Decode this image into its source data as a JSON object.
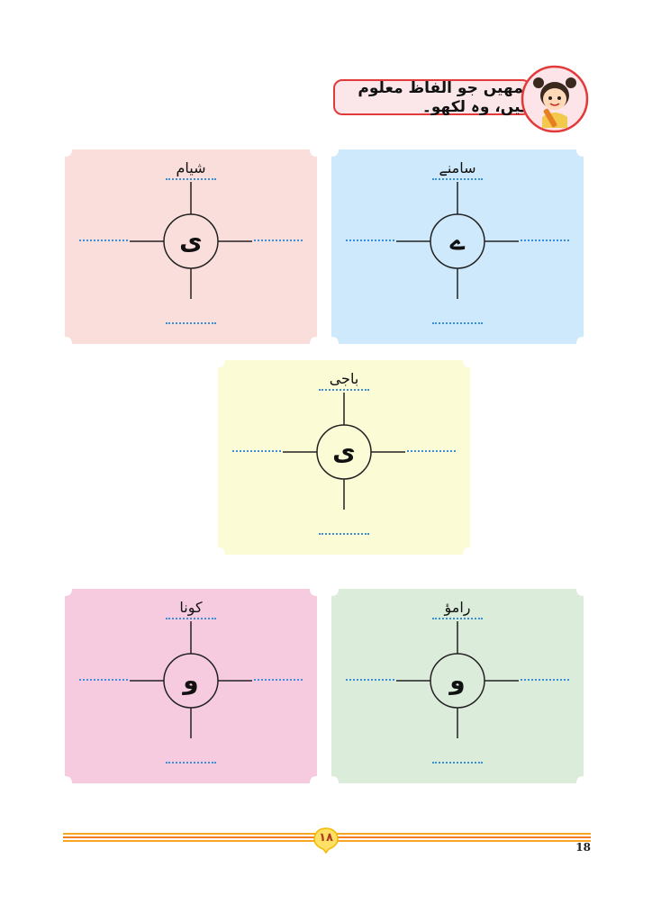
{
  "instruction": {
    "text": "تمھیں جو الفاظ معلوم ہیں، وہ لکھو۔"
  },
  "cards": [
    {
      "id": "top-left",
      "color": "#f9dedb",
      "word": "شیام",
      "letter": "ی"
    },
    {
      "id": "top-right",
      "color": "#cde9fb",
      "word": "سامنے",
      "letter": "ے"
    },
    {
      "id": "middle",
      "color": "#fbfbd6",
      "word": "باجی",
      "letter": "ی"
    },
    {
      "id": "bottom-left",
      "color": "#f6cbe0",
      "word": "کونا",
      "letter": "و"
    },
    {
      "id": "bottom-right",
      "color": "#dcecdb",
      "word": "رامؤ",
      "letter": "و"
    }
  ],
  "footer": {
    "badge": "۱۸",
    "page_number": "18",
    "line_colors": [
      "#f5a623",
      "#f47b20"
    ]
  }
}
